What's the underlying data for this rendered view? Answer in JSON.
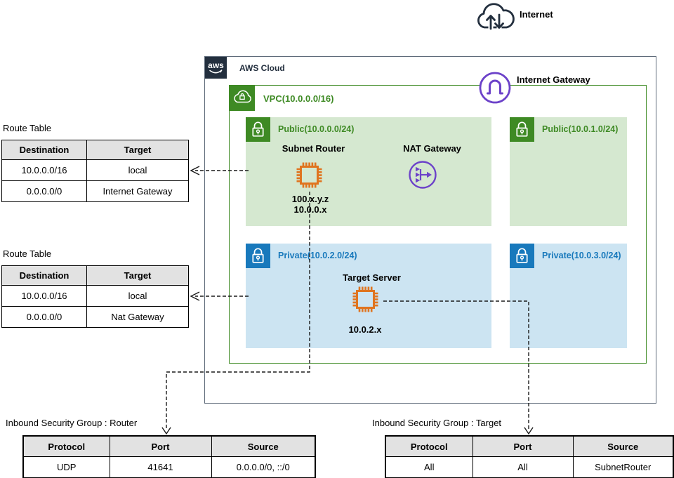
{
  "colors": {
    "navy": "#232F3E",
    "cloud_border": "#5F6B7A",
    "green": "#3E8A24",
    "light_green": "#D5E8D0",
    "blue": "#1879BC",
    "light_blue": "#CCE4F2",
    "purple": "#6C42C9",
    "orange": "#E0741F",
    "table_header_bg": "#E2E2E2"
  },
  "internet": {
    "label": "Internet"
  },
  "aws_cloud": {
    "label": "AWS Cloud",
    "logo_text": "aws"
  },
  "vpc": {
    "label": "VPC(10.0.0.0/16)"
  },
  "internet_gateway": {
    "label": "Internet Gateway"
  },
  "subnets": {
    "public1": {
      "label": "Public(10.0.0.0/24)"
    },
    "public2": {
      "label": "Public(10.0.1.0/24)"
    },
    "private1": {
      "label": "Private(10.0.2.0/24)"
    },
    "private2": {
      "label": "Private(10.0.3.0/24)"
    }
  },
  "nodes": {
    "subnet_router": {
      "label": "Subnet Router",
      "ip1": "100.x.y.z",
      "ip2": "10.0.0.x"
    },
    "nat_gateway": {
      "label": "NAT Gateway"
    },
    "target_server": {
      "label": "Target Server",
      "ip": "10.0.2.x"
    }
  },
  "route_tables": [
    {
      "title": "Route Table",
      "headers": [
        "Destination",
        "Target"
      ],
      "rows": [
        [
          "10.0.0.0/16",
          "local"
        ],
        [
          "0.0.0.0/0",
          "Internet Gateway"
        ]
      ]
    },
    {
      "title": "Route Table",
      "headers": [
        "Destination",
        "Target"
      ],
      "rows": [
        [
          "10.0.0.0/16",
          "local"
        ],
        [
          "0.0.0.0/0",
          "Nat Gateway"
        ]
      ]
    }
  ],
  "security_groups": [
    {
      "title": "Inbound Security Group : Router",
      "headers": [
        "Protocol",
        "Port",
        "Source"
      ],
      "rows": [
        [
          "UDP",
          "41641",
          "0.0.0.0/0, ::/0"
        ]
      ]
    },
    {
      "title": "Inbound Security Group : Target",
      "headers": [
        "Protocol",
        "Port",
        "Source"
      ],
      "rows": [
        [
          "All",
          "All",
          "SubnetRouter"
        ]
      ]
    }
  ]
}
